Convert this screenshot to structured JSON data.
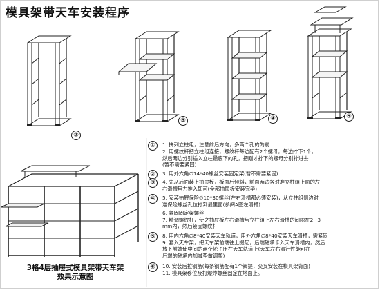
{
  "title": "模具架带天车安装程序",
  "figure_labels": [
    "②",
    "③",
    "④",
    "⑤"
  ],
  "caption": [
    "3格4层抽屉式模具架带天车架",
    "效果示意图"
  ],
  "steps": [
    {
      "marker": "①",
      "lines": [
        "1. 拼列立柱组，注意前后方向，多两个孔的为前"
      ]
    },
    {
      "marker": "",
      "lines": [
        "2. 用螺纹杆把立柱组连接，螺纹杆每边配有2个螺母，每边拧下1个，",
        "   然后两边分别插入立柱最底下的孔，把刚才拧下的螺母分别拧进去",
        "   (暂不需要紧固)"
      ]
    },
    {
      "marker": "②",
      "lines": [
        "3. 用外六角∅14*40螺丝安装固定架(暂不需要紧固)"
      ]
    },
    {
      "marker": "③",
      "lines": [
        "4. 先从后面装上抽屉板，板面后倾斜，前面两边各对准立柱组上面的左",
        "   右滑槽用力推入即可(全部抽屉板安装完毕)"
      ]
    },
    {
      "marker": "④",
      "lines": [
        "5. 安装抽屉保险∅10*30螺丝(左右滑槽都必须安装)，从立柱组侧边对",
        "   准保险螺丝孔位拧到最里面(参阅A图左滑槽)"
      ]
    },
    {
      "marker": "",
      "lines": [
        "6. 紧固固定架螺丝",
        "7. 精调螺纹杆，使之抽屉板左右滑槽与立柱组上左右滑槽的间隙在2~3",
        "   mm内，然后紧固螺纹杆"
      ]
    },
    {
      "marker": "⑤",
      "lines": [
        "8. 用内六角∅8*40安装天车轨道，用外六角∅8*40安装天车滑槽，需紧固",
        "9. 套入天车架，把天车架前端往上提起，后端轴承卡入天车滑槽内，然后",
        "   放下前端使中间的两个轮子压在天车轨道上(天车左右滑行性能可在",
        "   后端的轴承内加减垫做调整)"
      ]
    },
    {
      "marker": "⑥",
      "lines": [
        "10. 安装后拉钢筋(每条钢筋配有1个阀提，交叉安装在模具架背面)",
        "11. 模具架移位及打爆炸螺丝固定在地面上。"
      ]
    }
  ]
}
